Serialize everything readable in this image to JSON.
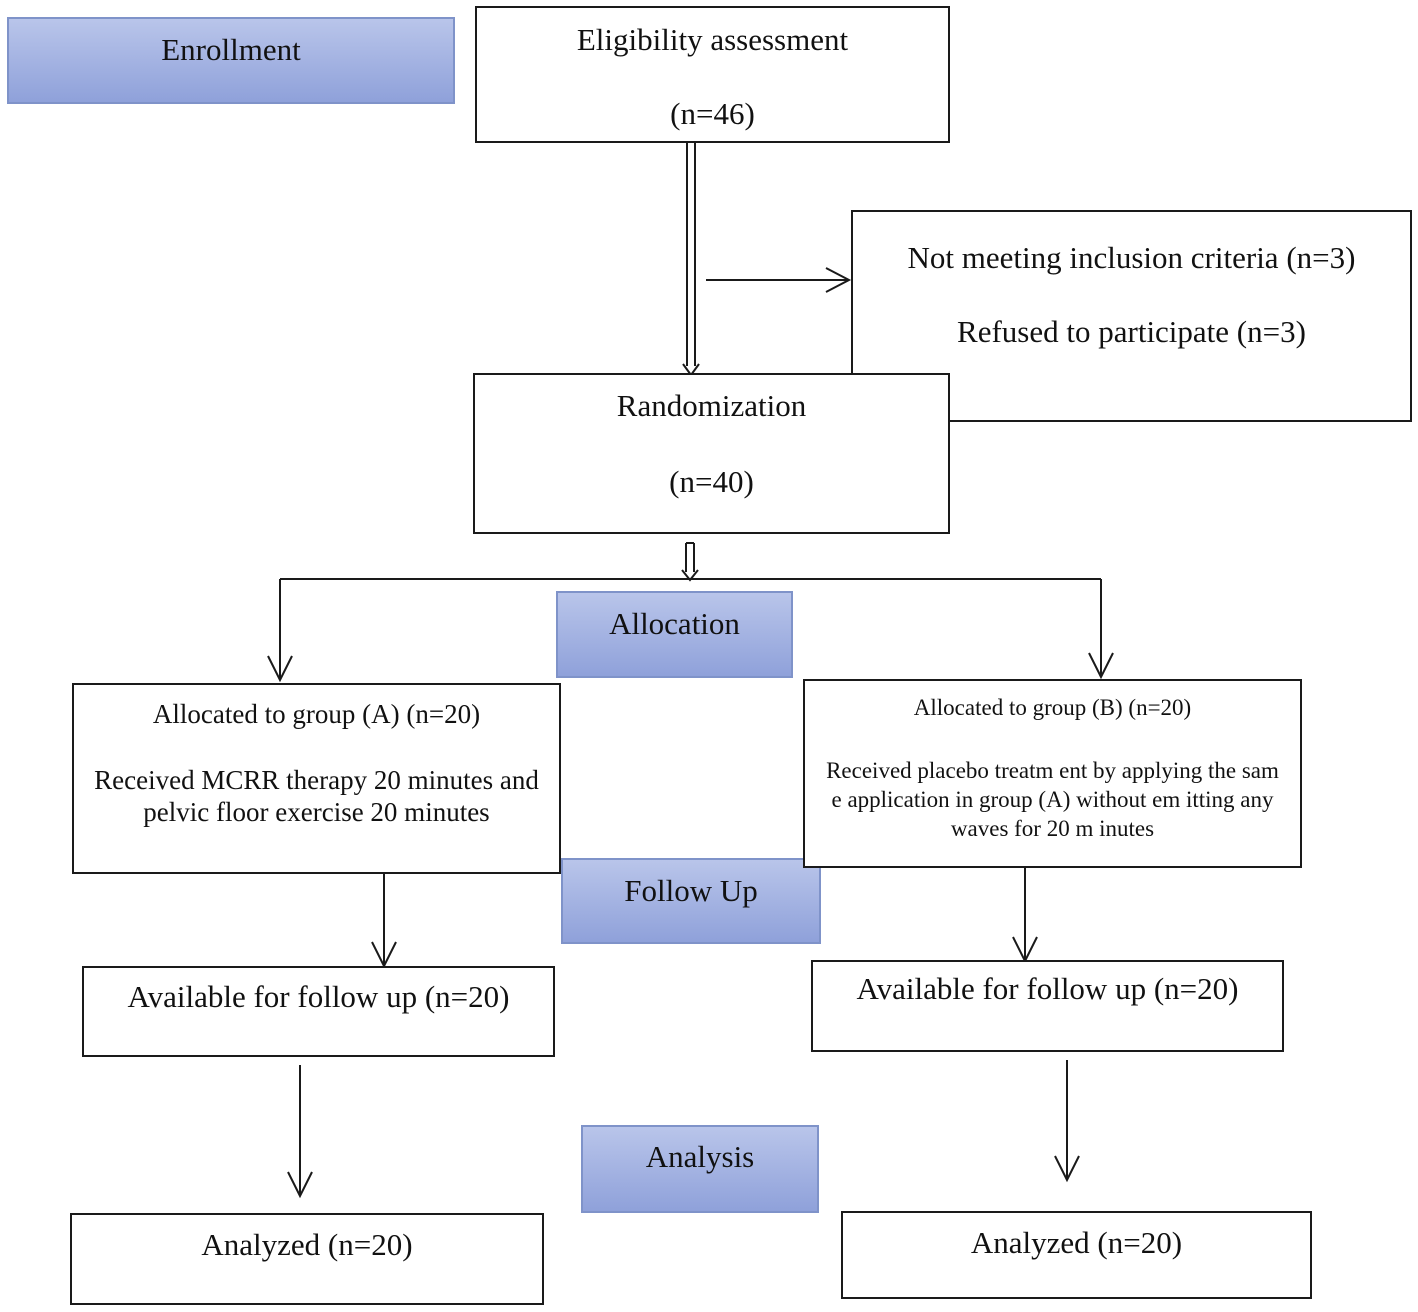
{
  "stages": {
    "enrollment": "Enrollment",
    "allocation": "Allocation",
    "follow_up": "Follow Up",
    "analysis": "Analysis"
  },
  "eligibility": {
    "title": "Eligibility assessment",
    "n": "(n=46)"
  },
  "excluded": {
    "line1": "Not meeting inclusion criteria (n=3)",
    "line2": "Refused to participate (n=3)"
  },
  "randomization": {
    "title": "Randomization",
    "n": "(n=40)"
  },
  "group_a": {
    "title": "Allocated to group (A) (n=20)",
    "description": "Received MCRR therapy 20 minutes and pelvic floor exercise 20 minutes"
  },
  "group_b": {
    "title": "Allocated to group (B) (n=20)",
    "description": "Received placebo treatm ent by applying the sam e application in group (A) without em itting any waves for 20 m inutes"
  },
  "followup_a": "Available for follow up (n=20)",
  "followup_b": "Available for follow up (n=20)",
  "analyzed_a": "Analyzed (n=20)",
  "analyzed_b": "Analyzed (n=20)"
}
